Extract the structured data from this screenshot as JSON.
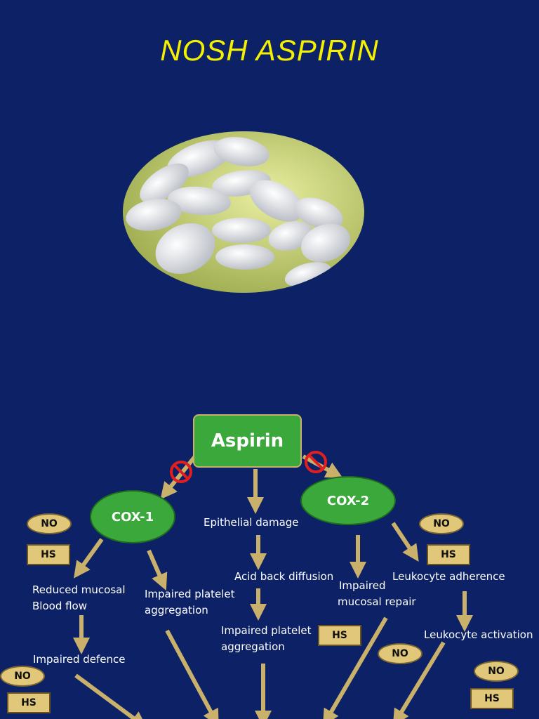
{
  "title": "NOSH  ASPIRIN",
  "colors": {
    "background": "#0d2266",
    "title": "#f5f000",
    "node_green": "#3aa83a",
    "arrow": "#c9b06b",
    "badge": "#e0c77a",
    "inhibit": "#e02020"
  },
  "diagram": {
    "root": "Aspirin",
    "cox1": "COX-1",
    "cox2": "COX-2",
    "labels": {
      "epithelial_damage": "Epithelial damage",
      "acid_back_diffusion": "Acid back diffusion",
      "impaired_platelet_mid_1": "Impaired platelet",
      "impaired_platelet_mid_2": "aggregation",
      "reduced_mucosal_1": "Reduced mucosal",
      "reduced_mucosal_2": "Blood flow",
      "impaired_platelet_left_1": "Impaired platelet",
      "impaired_platelet_left_2": "aggregation",
      "impaired_defence": "Impaired defence",
      "impaired_repair_1": "Impaired",
      "impaired_repair_2": "mucosal repair",
      "leukocyte_adherence": "Leukocyte adherence",
      "leukocyte_activation": "Leukocyte activation"
    },
    "badges": {
      "no": "NO",
      "hs": "HS"
    },
    "icons": [
      "inhibit-icon",
      "pills-photo"
    ]
  }
}
